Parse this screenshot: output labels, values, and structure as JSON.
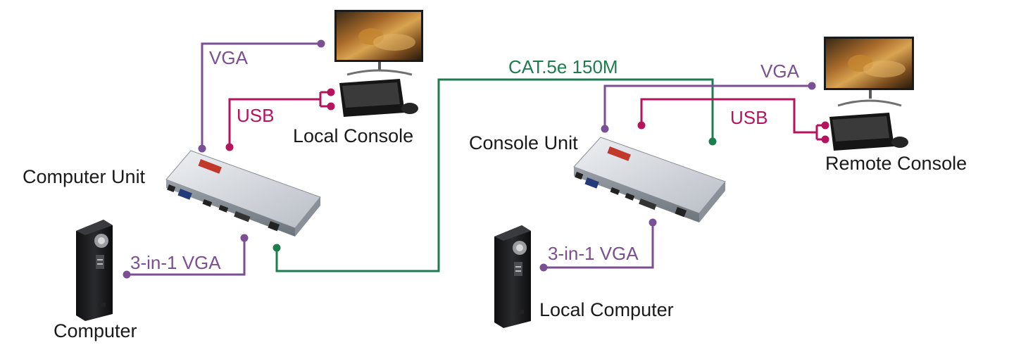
{
  "colors": {
    "vga": "#7b4f93",
    "usb": "#b5135e",
    "cat": "#1e7d4f",
    "text": "#1a1a1a"
  },
  "labels": {
    "computer_unit": "Computer Unit",
    "console_unit": "Console Unit",
    "computer": "Computer",
    "local_computer": "Local Computer",
    "local_console": "Local Console",
    "remote_console": "Remote Console",
    "vga_left": "VGA",
    "vga_right": "VGA",
    "usb_left": "USB",
    "usb_right": "USB",
    "cat_cable": "CAT.5e 150M",
    "three_in_one_left": "3-in-1 VGA",
    "three_in_one_right": "3-in-1 VGA"
  },
  "icons": {
    "monitor": "monitor-icon",
    "keyboard_mouse": "keyboard-mouse-icon",
    "pc_tower": "pc-tower-icon",
    "extender": "kvm-extender-icon"
  }
}
